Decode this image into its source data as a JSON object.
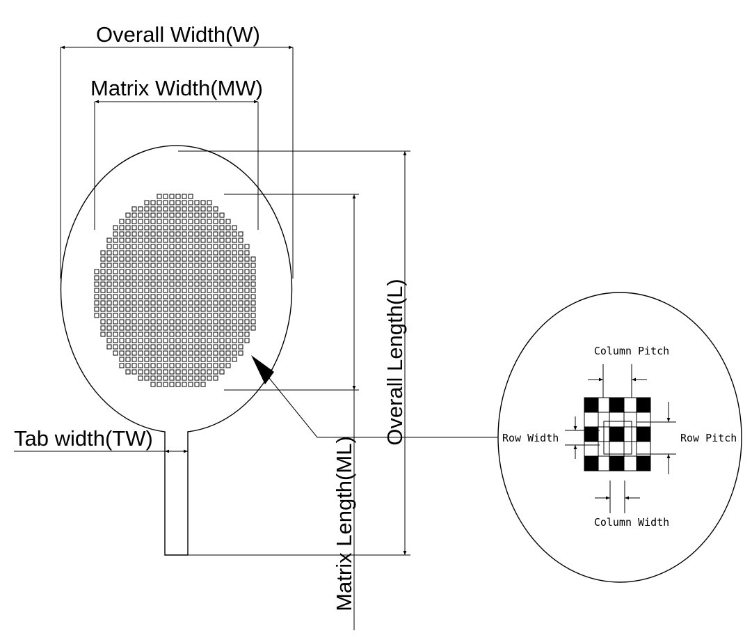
{
  "labels": {
    "overall_width": "Overall Width(W)",
    "matrix_width": "Matrix Width(MW)",
    "tab_width": "Tab width(TW)",
    "overall_length": "Overall Length(L)",
    "matrix_length": "Matrix Length(ML)"
  },
  "detail": {
    "column_pitch": "Column Pitch",
    "row_width": "Row Width",
    "row_pitch": "Row Pitch",
    "column_width": "Column Width"
  }
}
